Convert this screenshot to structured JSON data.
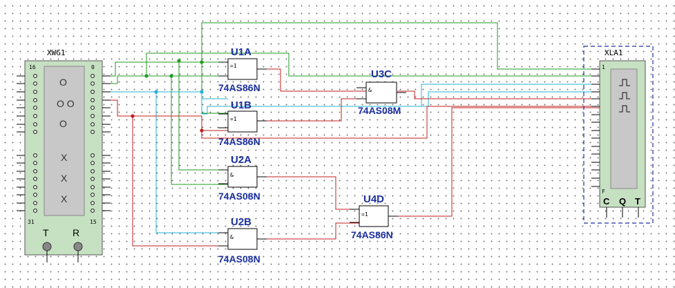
{
  "colors": {
    "green": "#1f9a1f",
    "red": "#c21d1d",
    "cyan": "#22b0d8",
    "blue": "#1a2fa0",
    "device_fill": "#c6e0c2",
    "device_panel": "#c8c8c8"
  },
  "generator": {
    "name": "XWG1",
    "pin_16": "16",
    "pin_0": "0",
    "pin_31": "31",
    "pin_15": "15",
    "trigger_label": "T",
    "ready_label": "R",
    "display_row1": "O",
    "display_row2": "O O",
    "display_row3": "O",
    "display_row4": "X",
    "display_row5": "X",
    "display_row6": "X"
  },
  "analyzer": {
    "name": "XLA1",
    "pin_first": "1",
    "pin_last": "F",
    "label_c": "C",
    "label_q": "Q",
    "label_t": "T"
  },
  "gates": {
    "u1a": {
      "ref": "U1A",
      "part": "74AS86N",
      "symbol": "=1"
    },
    "u1b": {
      "ref": "U1B",
      "part": "74AS86N",
      "symbol": "=1"
    },
    "u3c": {
      "ref": "U3C",
      "part": "74AS08M",
      "symbol": "&"
    },
    "u2a": {
      "ref": "U2A",
      "part": "74AS08N",
      "symbol": "&"
    },
    "u2b": {
      "ref": "U2B",
      "part": "74AS08N",
      "symbol": "&"
    },
    "u4d": {
      "ref": "U4D",
      "part": "74AS86N",
      "symbol": "=1"
    }
  }
}
